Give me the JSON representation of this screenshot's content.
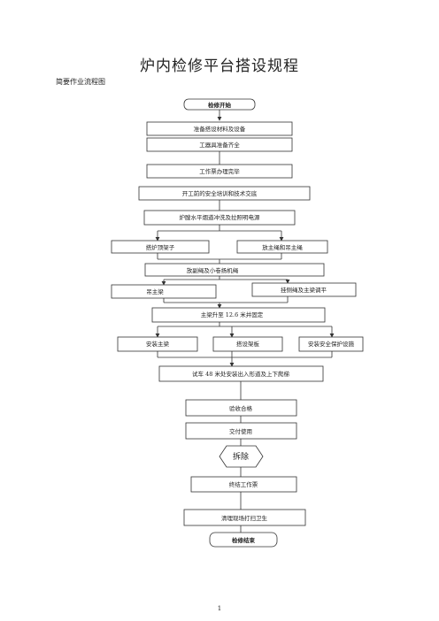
{
  "document": {
    "title": "炉内检修平台搭设规程",
    "subtitle": "简要作业流程图",
    "page_number": "1"
  },
  "flow": {
    "start": "检修开始",
    "prepare_materials": "准备搭设材料及设备",
    "tools_ready": "工器具准备齐全",
    "work_permit": "工作票办理完毕",
    "safety_briefing": "开工前的安全培训和技术交底",
    "flush_and_light": "炉膛水平烟道冲洗及拉照明电源",
    "build_top_frame": "搭炉顶架子",
    "place_ropes": "放主绳和吊主绳",
    "winch_setup": "放副绳及小卷扬机绳",
    "lift_beam": "吊主梁",
    "side_rope_adjust": "挂侧绳及主梁调平",
    "beam_to_level": "主梁升至 12.6 米并固定",
    "install_beam": "安装主梁",
    "lay_boards": "搭设架板",
    "install_safety": "安装安全保护设施",
    "test_run": "试车 48 米处安装出入形道及上下爬梯",
    "inspection_pass": "验收合格",
    "handover": "交付使用",
    "dismantle": "拆除",
    "close_permit": "终结工作票",
    "cleanup": "清理现场打扫卫生",
    "end": "检修结束"
  }
}
